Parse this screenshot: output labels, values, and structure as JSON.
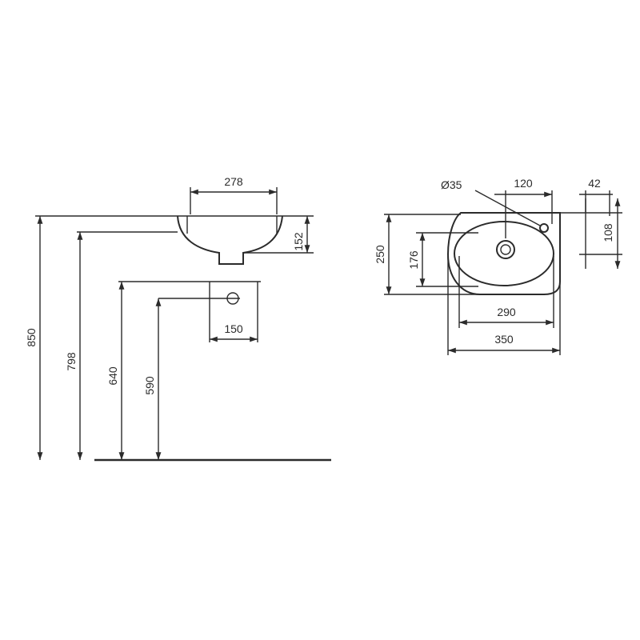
{
  "side_view": {
    "basin_width": "278",
    "basin_depth": "152",
    "rim_height": "850",
    "overflow_height": "798",
    "pipe_height": "640",
    "waste_height": "590",
    "waste_offset": "150"
  },
  "top_view": {
    "tap_hole_diameter": "Ø35",
    "tap_hole_offset": "120",
    "tap_hole_edge": "42",
    "tap_hole_depth": "108",
    "total_depth": "250",
    "bowl_depth": "176",
    "bowl_width": "290",
    "total_width": "350"
  }
}
